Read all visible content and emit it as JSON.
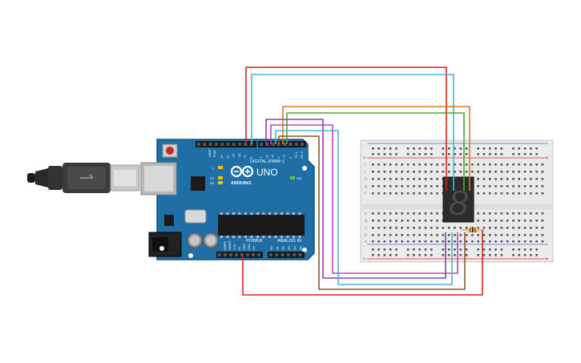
{
  "board": {
    "title": "UNO",
    "brand": "ARDUINO",
    "digital_label": "DIGITAL (PWM~)",
    "power_label": "POWER",
    "analog_label": "ANALOG IN",
    "on_label": "ON",
    "l_label": "L",
    "tx_label": "TX",
    "rx_label": "RX",
    "aref_label": "AREF",
    "gnd_label": "GND",
    "digital_pins": [
      "13",
      "12",
      "~11",
      "~10",
      "~9",
      "8",
      "7",
      "~6",
      "~5",
      "4",
      "~3",
      "2",
      "TX 1",
      "RX 0"
    ],
    "power_pins": [
      "IOREF",
      "RESET",
      "3.3V",
      "5V",
      "GND",
      "GND",
      "Vin"
    ],
    "analog_pins": [
      "A0",
      "A1",
      "A2",
      "A3",
      "A4",
      "A5"
    ]
  },
  "breadboard": {
    "top_row_letters": [
      "j",
      "i",
      "h",
      "g",
      "f"
    ],
    "bottom_row_letters": [
      "e",
      "d",
      "c",
      "b",
      "a"
    ],
    "plus_label": "+",
    "minus_label": "-"
  },
  "display": {
    "digit": "8"
  },
  "colors": {
    "board_blue": "#1f6fa6",
    "wire_red": "#d0271f",
    "wire_cyan": "#4db4d1",
    "wire_orange": "#e07a1a",
    "wire_green": "#4aa832",
    "wire_purple": "#8b3fa8",
    "wire_magenta": "#c043b5",
    "wire_brown": "#8a5a2b"
  },
  "icons": [
    "usb-cable-icon",
    "arduino-logo-icon",
    "seven-segment-display-icon",
    "resistor-icon"
  ]
}
